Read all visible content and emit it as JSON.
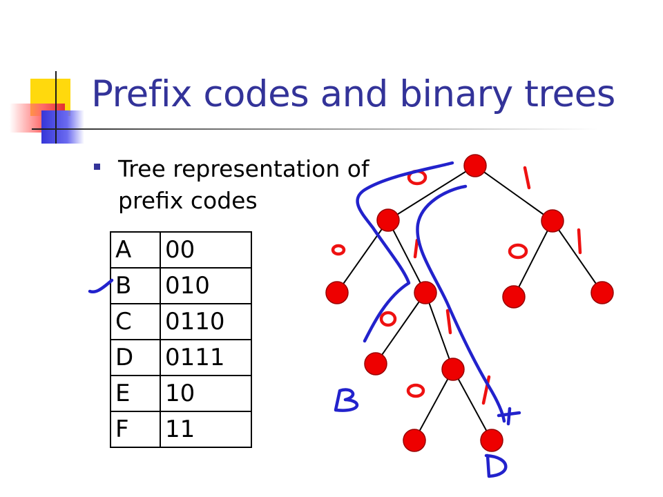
{
  "slide": {
    "title": "Prefix codes and binary trees",
    "bullet": "Tree representation of prefix codes",
    "code_table": [
      {
        "symbol": "A",
        "code": "00"
      },
      {
        "symbol": "B",
        "code": "010"
      },
      {
        "symbol": "C",
        "code": "0110"
      },
      {
        "symbol": "D",
        "code": "0111"
      },
      {
        "symbol": "E",
        "code": "10"
      },
      {
        "symbol": "F",
        "code": "11"
      }
    ]
  },
  "annotations": {
    "edge_labels": [
      "0",
      "1",
      "0",
      "1",
      "0",
      "1",
      "0",
      "1",
      "0",
      "1"
    ],
    "leaf_labels": {
      "b": "B",
      "d": "D"
    }
  },
  "colors": {
    "title": "#333399",
    "node": "#ee0000",
    "blue_ink": "#2222cc",
    "red_ink": "#ee1111"
  }
}
